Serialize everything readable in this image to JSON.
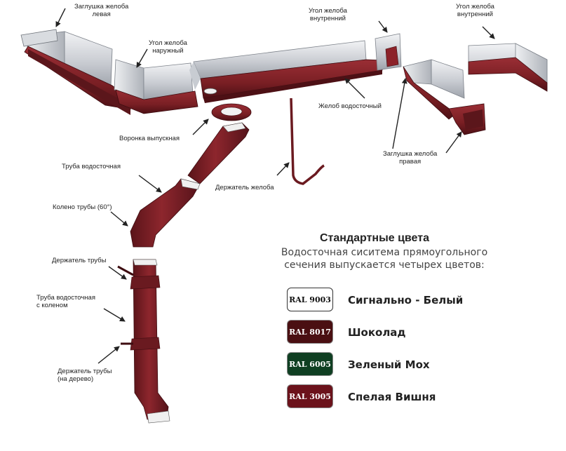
{
  "labels": {
    "end_cap_left": [
      "Заглушка желоба",
      "левая"
    ],
    "outer_corner": [
      "Угол желоба",
      "наружный"
    ],
    "inner_corner": [
      "Угол желоба",
      "внутренний"
    ],
    "inner_corner_2": [
      "Угол желоба",
      "внутренний"
    ],
    "gutter": [
      "Желоб водосточный"
    ],
    "funnel": [
      "Воронка выпускная"
    ],
    "end_cap_right": [
      "Заглушка желоба",
      "правая"
    ],
    "pipe": [
      "Труба водосточная"
    ],
    "gutter_holder": [
      "Держатель желоба"
    ],
    "elbow": [
      "Колено трубы  (60°)"
    ],
    "pipe_holder": [
      "Держатель трубы"
    ],
    "pipe_with_elbow": [
      "Труба водосточная",
      "с коленом"
    ],
    "pipe_holder_wood": [
      "Держатель трубы",
      "(на дерево)"
    ]
  },
  "legend": {
    "title": "Стандартные цвета",
    "subtitle": "Водосточная сиситема прямоугольного сечения выпускается четырех цветов:",
    "colors": [
      {
        "code": "RAL 9003",
        "name": "Сигнально - Белый",
        "hex": "#ffffff"
      },
      {
        "code": "RAL 8017",
        "name": "Шоколад",
        "hex": "#4a0f12"
      },
      {
        "code": "RAL 6005",
        "name": "Зеленый Мох",
        "hex": "#0f3f22"
      },
      {
        "code": "RAL 3005",
        "name": "Спелая Вишня",
        "hex": "#6b121b"
      }
    ]
  },
  "palette": {
    "gutter_red": "#7a1f24",
    "gutter_dark": "#4d1015",
    "metal_light": "#e4e6ea",
    "metal_mid": "#b9bdc4",
    "metal_dark": "#8f949c",
    "arrow": "#222222"
  }
}
